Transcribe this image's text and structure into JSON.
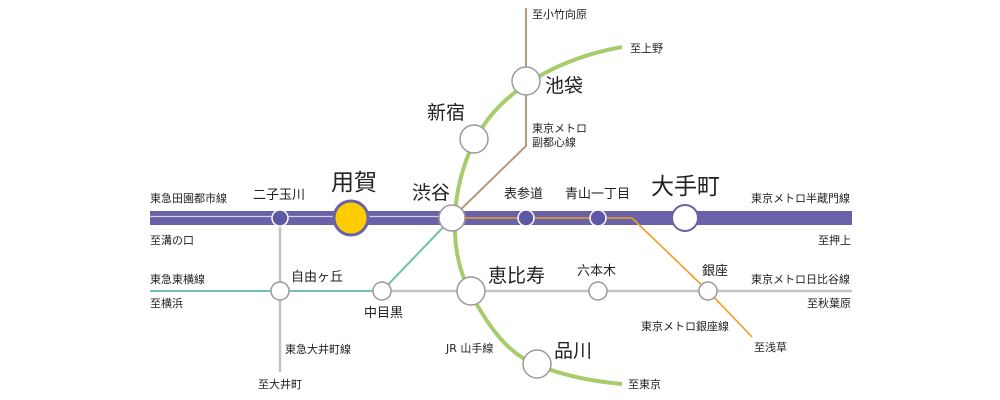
{
  "colors": {
    "hanzomon": "#6a62a8",
    "hanzomon_dark": "#56509a",
    "yamanote": "#a8cc6c",
    "fukutoshin": "#b19a7c",
    "ginza": "#f39c1e",
    "toyoko": "#6fc0b0",
    "gray_line": "#c4c4c4",
    "station_fill": "#ffffff",
    "station_stroke": "#9a9a9a",
    "hanzomon_station_fill": "#5c57a6",
    "highlight_fill": "#ffcc00"
  },
  "stations": {
    "yoga": "用賀",
    "futako_tamagawa": "二子玉川",
    "shibuya": "渋谷",
    "omotesando": "表参道",
    "aoyama_itchome": "青山一丁目",
    "otemachi": "大手町",
    "shinjuku": "新宿",
    "ikebukuro": "池袋",
    "jiyugaoka": "自由ヶ丘",
    "nakameguro": "中目黒",
    "ebisu": "恵比寿",
    "roppongi": "六本木",
    "ginza": "銀座",
    "shinagawa": "品川"
  },
  "lines": {
    "tokyu_denentoshi": "東急田園都市線",
    "tokyu_toyoko": "東急東横線",
    "tokyu_oimachi": "東急大井町線",
    "metro_hanzomon": "東京メトロ半蔵門線",
    "metro_hibiya": "東京メトロ日比谷線",
    "metro_ginza": "東京メトロ銀座線",
    "metro_fukutoshin_1": "東京メトロ",
    "metro_fukutoshin_2": "副都心線",
    "jr_yamanote": "JR 山手線"
  },
  "directions": {
    "mizonokuchi": "至溝の口",
    "yokohama": "至横浜",
    "oimachi": "至大井町",
    "oshiage": "至押上",
    "akihabara": "至秋葉原",
    "asakusa": "至浅草",
    "tokyo": "至東京",
    "ueno": "至上野",
    "kotakemukaihara": "至小竹向原"
  }
}
